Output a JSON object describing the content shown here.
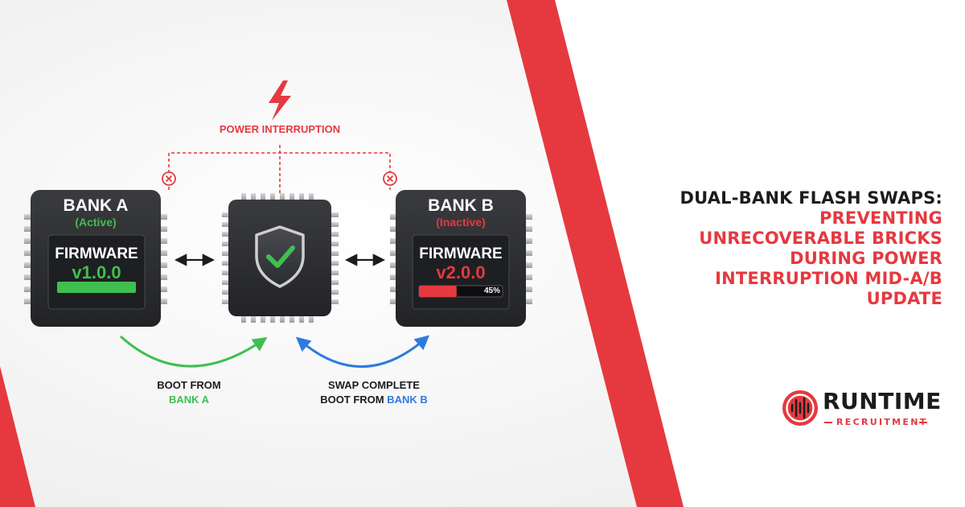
{
  "headline": {
    "line1": "DUAL-BANK FLASH SWAPS:",
    "red_lines": [
      "PREVENTING",
      "UNRECOVERABLE BRICKS",
      "DURING POWER",
      "INTERRUPTION MID-A/B",
      "UPDATE"
    ]
  },
  "diagram": {
    "power_label": "POWER INTERRUPTION",
    "bank_a": {
      "title": "BANK A",
      "status": "(Active)",
      "firmware_label": "FIRMWARE",
      "version": "v1.0.0",
      "progress": 1.0
    },
    "bank_b": {
      "title": "BANK B",
      "status": "(Inactive)",
      "firmware_label": "FIRMWARE",
      "version": "v2.0.0",
      "progress": 0.45,
      "progress_text": "45%"
    },
    "boot_a": {
      "line1": "BOOT FROM",
      "line2": "BANK A"
    },
    "boot_b": {
      "line1": "SWAP COMPLETE",
      "line2_prefix": "BOOT FROM",
      "line2_accent": "BANK B"
    }
  },
  "brand": {
    "name": "RUNTIME",
    "tagline": "RECRUITMENT"
  },
  "colors": {
    "accent_red": "#e5393f",
    "active_green": "#3fbf4f",
    "boot_blue": "#2c7be0",
    "chip_dark": "#2a2b2e",
    "text_dark": "#1c1c1c"
  },
  "icons": [
    "lightning-bolt-icon",
    "error-x-icon",
    "double-arrow-icon",
    "shield-check-icon",
    "runtime-logo-icon"
  ]
}
